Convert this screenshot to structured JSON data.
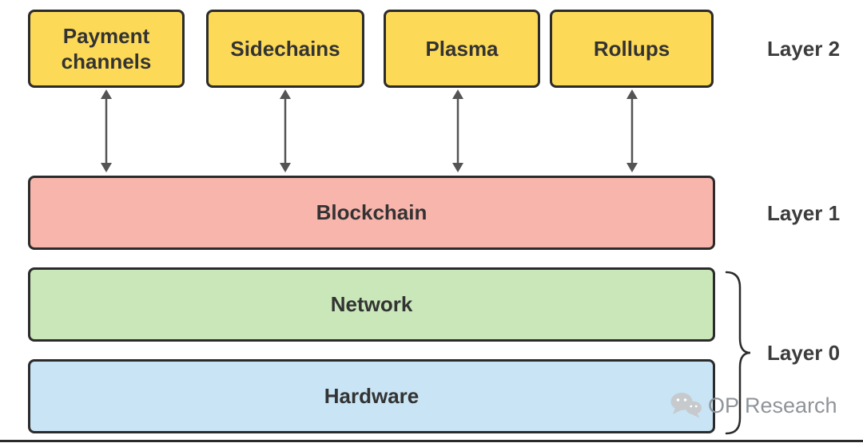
{
  "diagram": {
    "layers": {
      "layer2": {
        "label": "Layer 2",
        "boxes": [
          {
            "label": "Payment channels"
          },
          {
            "label": "Sidechains"
          },
          {
            "label": "Plasma"
          },
          {
            "label": "Rollups"
          }
        ]
      },
      "layer1": {
        "label": "Layer 1",
        "boxes": [
          {
            "label": "Blockchain"
          }
        ]
      },
      "layer0": {
        "label": "Layer 0",
        "boxes": [
          {
            "label": "Network"
          },
          {
            "label": "Hardware"
          }
        ]
      }
    },
    "connectors": {
      "type": "double-headed-arrow",
      "count": 4
    },
    "watermark": {
      "label": "OP Research",
      "icon": "wechat-icon"
    },
    "colors": {
      "layer2_box_fill": "#FCD957",
      "layer1_box_fill": "#F8B5AC",
      "network_box_fill": "#C9E7B8",
      "hardware_box_fill": "#C9E4F5",
      "box_border": "#2B2B2B",
      "arrow": "#545454",
      "text": "#333333",
      "watermark_text": "#8F9499",
      "background": "#FFFFFF"
    }
  }
}
